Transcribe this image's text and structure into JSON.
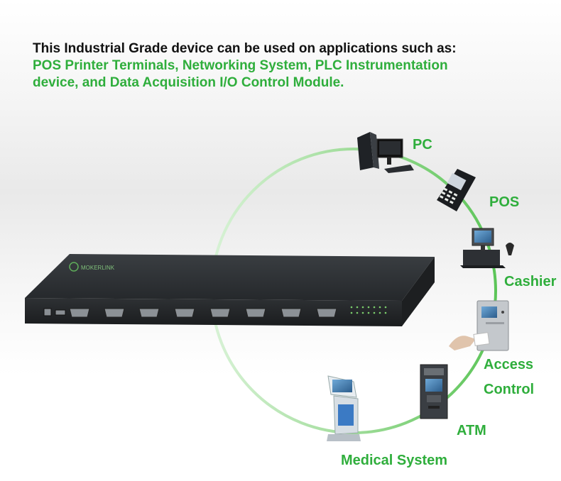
{
  "headline": {
    "line1": "This Industrial Grade device can be used on applications such as:",
    "line2": "POS Printer Terminals, Networking System, PLC Instrumentation",
    "line3": "device, and Data Acquisition I/O Control Module."
  },
  "device": {
    "logo_text": "MOKERLINK"
  },
  "applications": [
    {
      "label": "PC",
      "icon": "pc-icon"
    },
    {
      "label": "POS",
      "icon": "pos-terminal-icon"
    },
    {
      "label": "Cashier",
      "icon": "cash-register-icon"
    },
    {
      "label": "Access",
      "icon": "access-control-icon"
    },
    {
      "label": "Control"
    },
    {
      "label": "ATM",
      "icon": "atm-icon"
    },
    {
      "label": "Medical System",
      "icon": "medical-kiosk-icon"
    }
  ],
  "colors": {
    "accent_green": "#2fae3c",
    "circle_green": "#6fcc6a",
    "device_body": "#2a2d30"
  }
}
